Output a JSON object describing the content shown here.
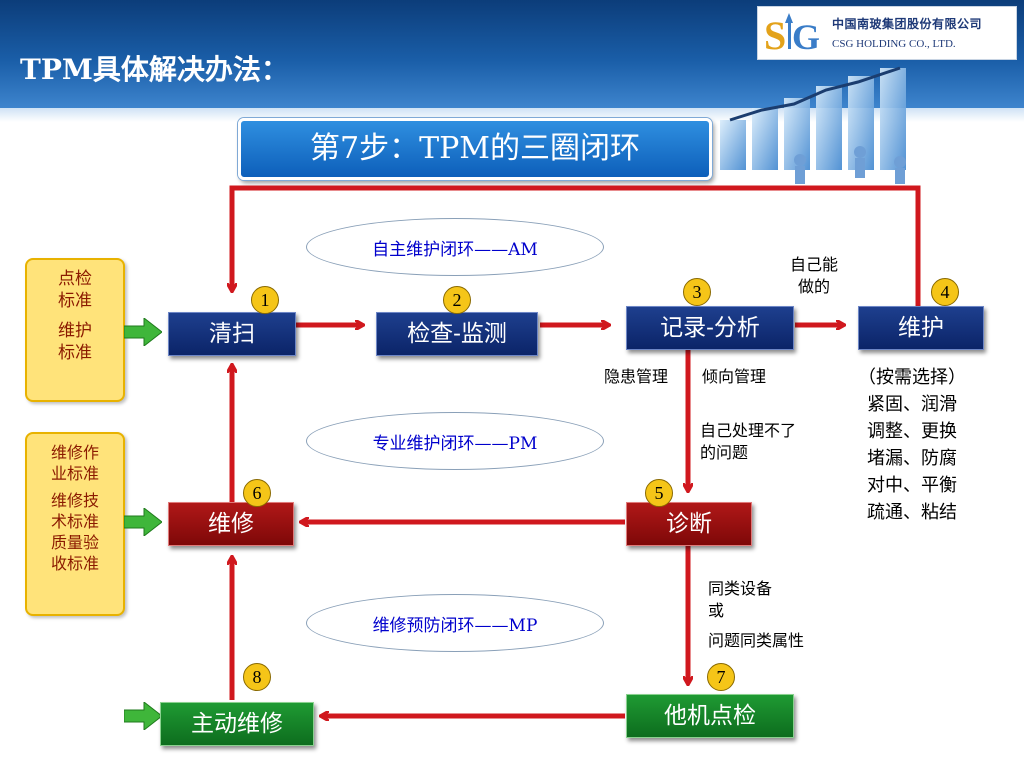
{
  "header": {
    "title": "TPM具体解决办法：",
    "logo_cn": "中国南玻集团股份有限公司",
    "logo_en": "CSG  HOLDING CO., LTD."
  },
  "step_title": "第7步：TPM的三圈闭环",
  "nodes": {
    "n1": {
      "label": "清扫",
      "num": "1"
    },
    "n2": {
      "label": "检查-监测",
      "num": "2"
    },
    "n3": {
      "label": "记录-分析",
      "num": "3"
    },
    "n4": {
      "label": "维护",
      "num": "4"
    },
    "n5": {
      "label": "诊断",
      "num": "5"
    },
    "n6": {
      "label": "维修",
      "num": "6"
    },
    "n7": {
      "label": "他机点检",
      "num": "7"
    },
    "n8": {
      "label": "主动维修",
      "num": "8"
    }
  },
  "loops": {
    "am": "自主维护闭环——AM",
    "pm": "专业维护闭环——PM",
    "mp": "维修预防闭环——MP"
  },
  "standards": {
    "top": [
      "点检",
      "标准",
      "维护",
      "标准"
    ],
    "middle": [
      "维修作",
      "业标准",
      "维修技",
      "术标准",
      "质量验",
      "收标准"
    ]
  },
  "notes": {
    "self_can_do": [
      "自己能",
      "做的"
    ],
    "hidden_danger": "隐患管理",
    "trend": "倾向管理",
    "self_cannot": [
      "自己处理不了",
      "的问题"
    ],
    "as_needed": [
      "（按需选择）",
      "紧固、润滑",
      "调整、更换",
      "堵漏、防腐",
      "对中、平衡",
      "疏通、粘结"
    ],
    "same_type": [
      "同类设备",
      "或",
      "问题同类属性"
    ]
  },
  "colors": {
    "header": "#1a5ea8",
    "arrow_red": "#d0181e",
    "node_blue": "#0b2468",
    "node_red": "#7e0808",
    "node_green": "#0d6d1e",
    "badge": "#f5c518",
    "loop_text": "#0000cc",
    "standard_fill": "#ffe37a"
  }
}
